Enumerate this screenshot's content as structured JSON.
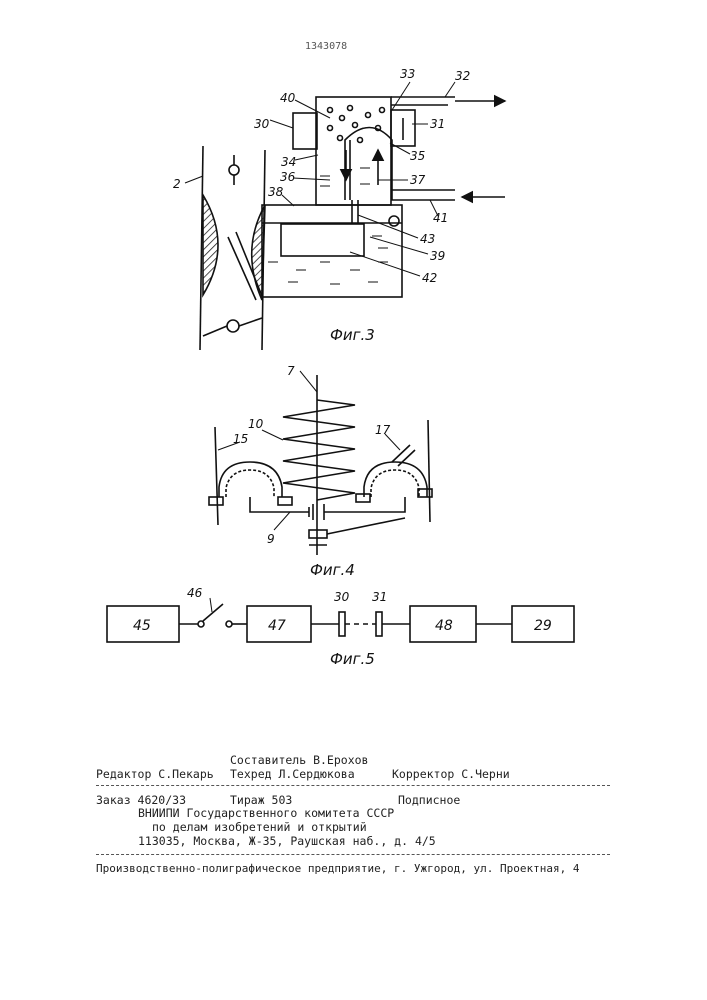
{
  "page_number": "1343078",
  "figures": {
    "fig3": {
      "caption": "Фиг.3",
      "labels": [
        "32",
        "33",
        "40",
        "30",
        "31",
        "34",
        "35",
        "36",
        "37",
        "2",
        "38",
        "41",
        "43",
        "39",
        "42"
      ]
    },
    "fig4": {
      "caption": "Фиг.4",
      "labels": [
        "7",
        "10",
        "17",
        "15",
        "9"
      ]
    },
    "fig5": {
      "caption": "Фиг.5",
      "labels": [
        "46",
        "30",
        "31"
      ],
      "blocks": [
        "45",
        "47",
        "48",
        "29"
      ]
    }
  },
  "colophon": {
    "compiler": "Составитель В.Ерохов",
    "editor": "Редактор С.Пекарь",
    "techred": "Техред Л.Сердюкова",
    "corrector": "Корректор С.Черни",
    "order": "Заказ  4620/33",
    "circulation": "Тираж 503",
    "subscription": "Подписное",
    "org_line1": "ВНИИПИ Государственного комитета СССР",
    "org_line2": "по делам изобретений и открытий",
    "org_line3": "113035, Москва, Ж-35, Раушская наб., д. 4/5",
    "printer": "Производственно-полиграфическое предприятие, г. Ужгород, ул. Проектная, 4"
  }
}
